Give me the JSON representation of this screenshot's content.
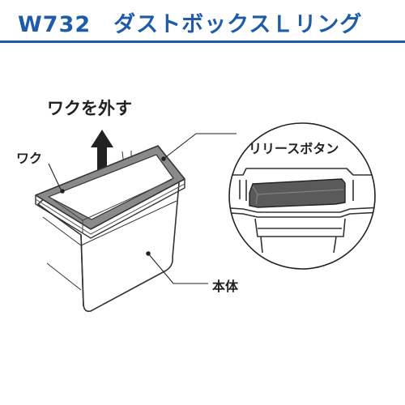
{
  "header": {
    "code": "W732",
    "title": "ダストボックスＬリング",
    "accent_color": "#1e5ba8"
  },
  "labels": {
    "remove_frame": "ワクを外す",
    "frame": "ワク",
    "release_button": "リリースボタン",
    "body": "本体"
  },
  "icons": {
    "arrow": "up-arrow-icon"
  }
}
